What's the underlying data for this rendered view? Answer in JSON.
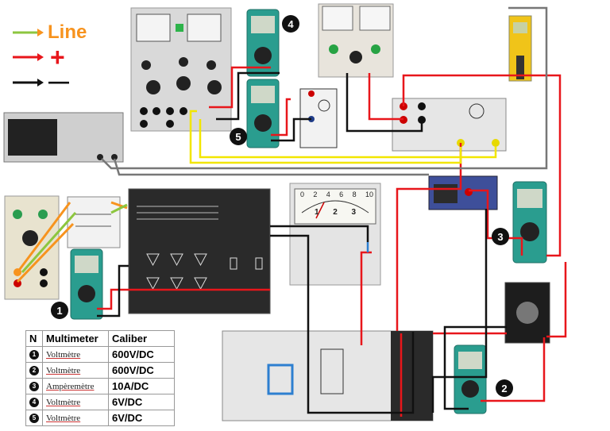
{
  "legend": {
    "line_label": "Line",
    "line_color": "#f7931e",
    "plus_symbol": "+",
    "plus_color": "#e8161b",
    "minus_symbol": "—",
    "minus_color": "#111111"
  },
  "badges": [
    "1",
    "2",
    "3",
    "4",
    "5"
  ],
  "table": {
    "headers": [
      "N",
      "Multimeter",
      "Caliber"
    ],
    "rows": [
      {
        "n": "1",
        "type": "Voltmètre",
        "caliber": "600V/DC"
      },
      {
        "n": "2",
        "type": "Voltmètre",
        "caliber": "600V/DC"
      },
      {
        "n": "3",
        "type": "Ampèremètre",
        "caliber": "10A/DC"
      },
      {
        "n": "4",
        "type": "Voltmètre",
        "caliber": "6V/DC"
      },
      {
        "n": "5",
        "type": "Voltmètre",
        "caliber": "6V/DC"
      }
    ]
  },
  "meter_scale": [
    "0",
    "2",
    "4",
    "6",
    "8",
    "10"
  ],
  "meter_scale_low": [
    "1",
    "2",
    "3"
  ],
  "wire_colors": {
    "red": "#e8161b",
    "black": "#111111",
    "yellow": "#f2e600",
    "orange": "#f7931e",
    "green": "#8dc63f",
    "gray": "#777777",
    "blue": "#2d7fd0"
  }
}
